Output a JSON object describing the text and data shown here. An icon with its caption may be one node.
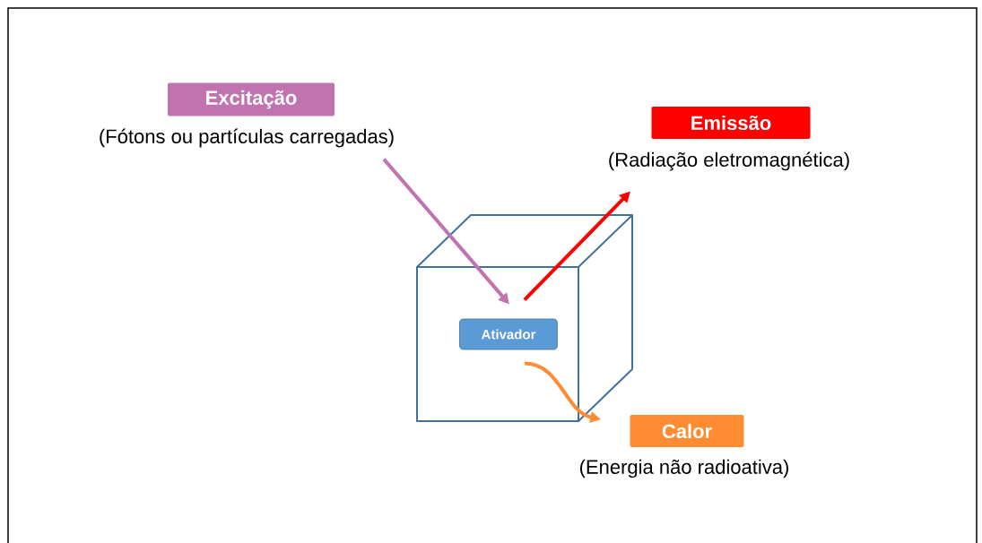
{
  "diagram": {
    "nodes": [
      {
        "text": [
          "Excitação",
          "(Fótons ou partículas carregadas)"
        ]
      },
      {
        "text": [
          "Emissão",
          "(Radiação eletromagnética)"
        ]
      },
      {
        "text": [],
        "shape": "cube"
      },
      {
        "text": [
          "Ativador"
        ],
        "in": 2
      },
      {
        "text": [
          "Calor",
          "(Energia não radioativa)"
        ]
      }
    ],
    "edges": [
      {
        "from": 0,
        "to": 3,
        "arrow": "to",
        "color": "#c173b0"
      },
      {
        "from": 3,
        "to": 1,
        "arrow": "to",
        "color": "#ff0000"
      },
      {
        "from": 3,
        "to": 4,
        "arrow": "to",
        "color": "#ff8c33"
      }
    ]
  }
}
